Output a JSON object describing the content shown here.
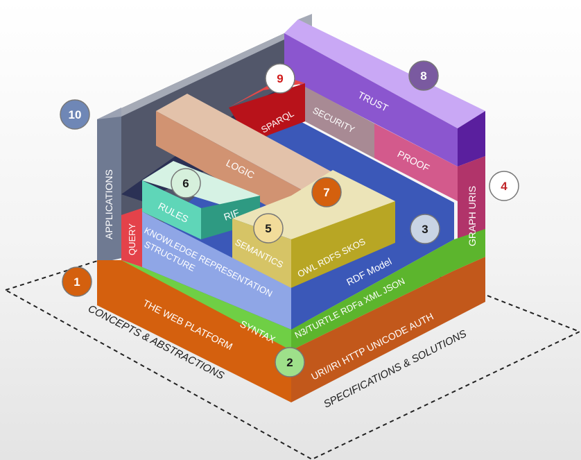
{
  "floor": {
    "left_caption": "CONCEPTS & ABSTRACTIONS",
    "right_caption": "SPECIFICATIONS & SOLUTIONS"
  },
  "layers": {
    "web_platform": "THE WEB PLATFORM",
    "uri": "URI/IRI  HTTP  UNICODE  AUTH",
    "syntax": "SYNTAX",
    "n3": "N3/TURTLE  RDFa  XML  JSON",
    "rdf_model": "RDF Model",
    "knowledge_rep": "KNOWLEDGE REPRESENTATION",
    "structure": "STRUCTURE",
    "query": "QUERY",
    "applications": "APPLICATIONS",
    "graph_uris": "GRAPH URIS",
    "semantics": "SEMANTICS",
    "owl": "OWL  RDFS  SKOS",
    "rules": "RULES",
    "rif": "RIF",
    "logic": "LOGIC",
    "sparql": "SPARQL",
    "security": "SECURITY",
    "trust": "TRUST",
    "proof": "PROOF"
  },
  "markers": [
    {
      "id": "1",
      "label": "1",
      "fill": "#d4600e",
      "text_color": "#ffffff"
    },
    {
      "id": "2",
      "label": "2",
      "fill": "#9ee08a",
      "text_color": "#1a1a1a"
    },
    {
      "id": "3",
      "label": "3",
      "fill": "#c9d4e4",
      "text_color": "#1a1a1a"
    },
    {
      "id": "4",
      "label": "4",
      "fill": "#ffffff",
      "text_color": "#c0262a"
    },
    {
      "id": "5",
      "label": "5",
      "fill": "#f2dc9a",
      "text_color": "#1a1a1a"
    },
    {
      "id": "6",
      "label": "6",
      "fill": "#d6f0dc",
      "text_color": "#1a1a1a"
    },
    {
      "id": "7",
      "label": "7",
      "fill": "#d4600e",
      "text_color": "#ffffff"
    },
    {
      "id": "8",
      "label": "8",
      "fill": "#7a5aa0",
      "text_color": "#ffffff"
    },
    {
      "id": "9",
      "label": "9",
      "fill": "#ffffff",
      "text_color": "#d01a1a"
    },
    {
      "id": "10",
      "label": "10",
      "fill": "#6f87b6",
      "text_color": "#ffffff"
    }
  ]
}
